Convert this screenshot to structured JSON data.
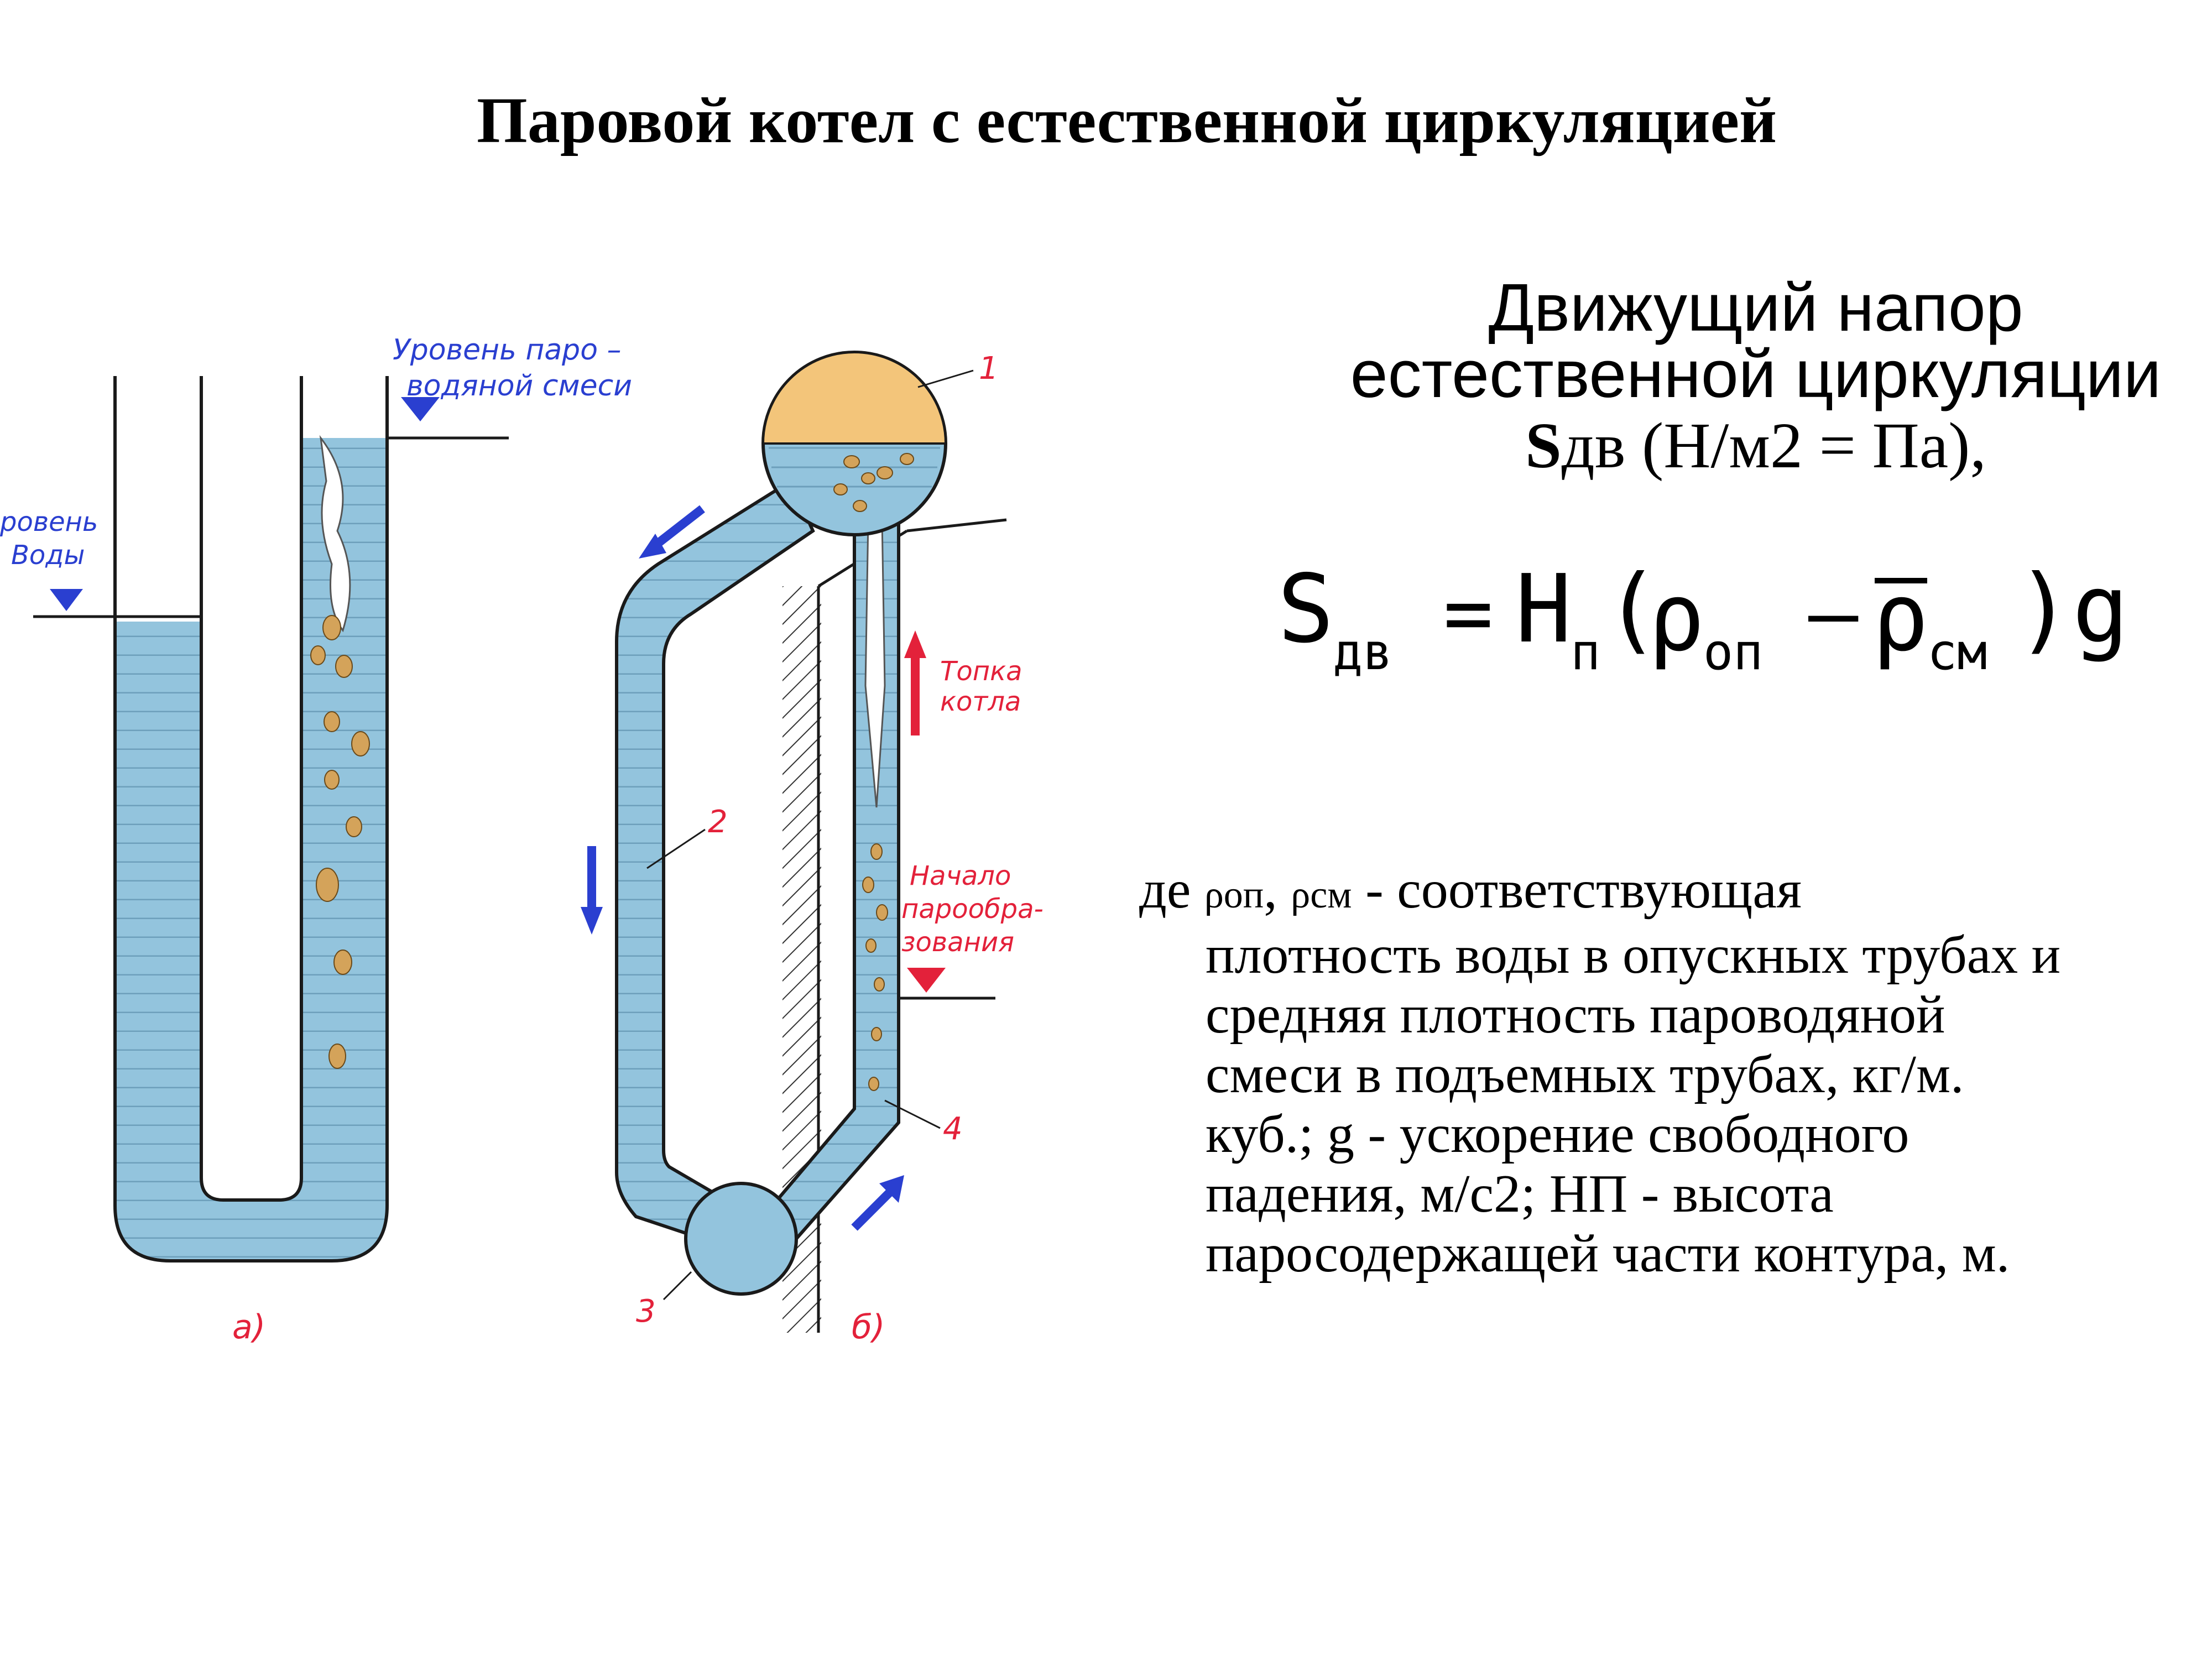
{
  "title": "Паровой котел с естественной циркуляцией",
  "heading": {
    "line1": "Движущий напор",
    "line2": "естественной циркуляции",
    "symbol": "S",
    "symbol_sub": "дв",
    "units": "(Н/м2 = Па),"
  },
  "formula": {
    "lhs": "S",
    "lhs_sub": "дв",
    "eq": "=",
    "h": "H",
    "h_sub": "п",
    "open": "(",
    "rho1": "ρ",
    "rho1_sub": "оп",
    "minus": "–",
    "rho2": "ρ",
    "rho2_sub": "см",
    "close": ")g"
  },
  "description": {
    "prefix": "де ",
    "rho_op": "ρоп",
    "comma": ", ",
    "rho_sm": "ρсм",
    "line1_rest": " - соответствующая",
    "line2": "плотность воды в опускных трубах и",
    "line3": "средняя плотность пароводяной",
    "line4": "смеси в подъемных трубах, кг/м.",
    "line5": "куб.; g - ускорение свободного",
    "line6": "падения, м/с2; НП - высота",
    "line7": "паросодержащей части контура, м."
  },
  "diagram": {
    "label_mix_level_1": "Уровень паро –",
    "label_mix_level_2": "водяной смеси",
    "label_water_level_1": "ровень",
    "label_water_level_2": "Воды",
    "label_furnace_1": "Топка",
    "label_furnace_2": "котла",
    "label_start_1": "Начало",
    "label_start_2": "парообра-",
    "label_start_3": "зования",
    "num1": "1",
    "num2": "2",
    "num3": "3",
    "num4": "4",
    "caption_a": "а)",
    "caption_b": "б)",
    "colors": {
      "water": "#93c4dd",
      "steam": "#f3c57a",
      "outline": "#1a1a1a",
      "blue_arrow": "#2a3fd0",
      "red_arrow": "#e3213a"
    }
  }
}
